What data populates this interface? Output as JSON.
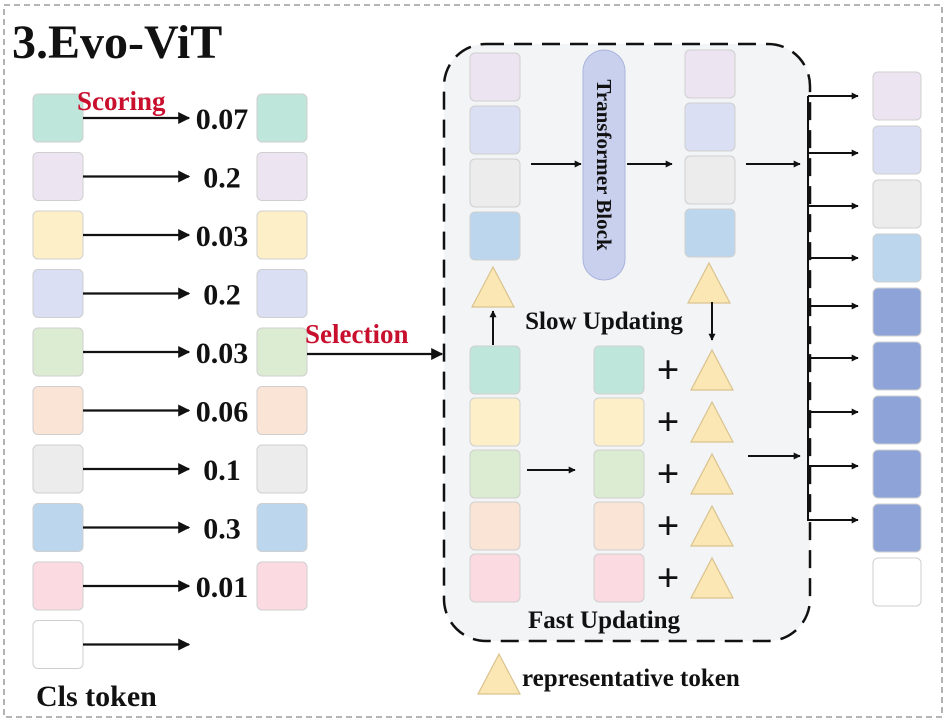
{
  "title": "3.Evo-ViT",
  "labels": {
    "scoring": "Scoring",
    "selection": "Selection",
    "transformer_block": "Transformer Block",
    "slow_updating": "Slow Updating",
    "fast_updating": "Fast Updating",
    "cls_token": "Cls token",
    "legend": "representative token",
    "plus": "+"
  },
  "colors": {
    "accent_red": "#c8102e",
    "representative_token": "#fbe7b4",
    "transformer_block": "#c9d0ee",
    "updated_token": "#8ea3d8",
    "panel_background": "#f3f4f6"
  },
  "tokens": [
    {
      "score": "0.07",
      "color": "#bfe6da"
    },
    {
      "score": "0.2",
      "color": "#ece4f1"
    },
    {
      "score": "0.03",
      "color": "#fdf0c8"
    },
    {
      "score": "0.2",
      "color": "#dadff4"
    },
    {
      "score": "0.03",
      "color": "#dcecd2"
    },
    {
      "score": "0.06",
      "color": "#fae4d6"
    },
    {
      "score": "0.1",
      "color": "#ececec"
    },
    {
      "score": "0.3",
      "color": "#bcd6ee"
    },
    {
      "score": "0.01",
      "color": "#fbdbe1"
    }
  ],
  "cls_token": {
    "color": "#ffffff"
  }
}
